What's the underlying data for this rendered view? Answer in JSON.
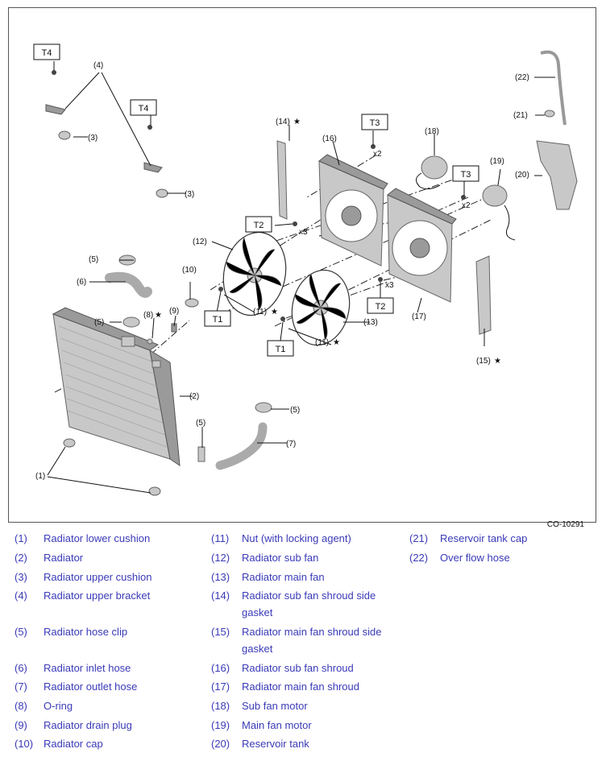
{
  "figure_code": "CO-10291",
  "tightening": {
    "t1": "T1",
    "t2": "T2",
    "t3": "T3",
    "t4": "T4"
  },
  "qty": {
    "x2": "x2",
    "x3": "x3"
  },
  "callouts": {
    "c1": "(1)",
    "c2": "(2)",
    "c3": "(3)",
    "c4": "(4)",
    "c5": "(5)",
    "c6": "(6)",
    "c7": "(7)",
    "c8": "(8)",
    "c9": "(9)",
    "c10": "(10)",
    "c11": "(11)",
    "c12": "(12)",
    "c13": "(13)",
    "c14": "(14)",
    "c15": "(15)",
    "c16": "(16)",
    "c17": "(17)",
    "c18": "(18)",
    "c19": "(19)",
    "c20": "(20)",
    "c21": "(21)",
    "c22": "(22)"
  },
  "star": "★",
  "legend": [
    {
      "num": "(1)",
      "name": "Radiator lower cushion"
    },
    {
      "num": "(2)",
      "name": "Radiator"
    },
    {
      "num": "(3)",
      "name": "Radiator upper cushion"
    },
    {
      "num": "(4)",
      "name": "Radiator upper bracket"
    },
    {
      "num": "(5)",
      "name": "Radiator hose clip"
    },
    {
      "num": "(6)",
      "name": "Radiator inlet hose"
    },
    {
      "num": "(7)",
      "name": "Radiator outlet hose"
    },
    {
      "num": "(8)",
      "name": "O-ring"
    },
    {
      "num": "(9)",
      "name": "Radiator drain plug"
    },
    {
      "num": "(10)",
      "name": "Radiator cap"
    },
    {
      "num": "(11)",
      "name": "Nut (with locking agent)"
    },
    {
      "num": "(12)",
      "name": "Radiator sub fan"
    },
    {
      "num": "(13)",
      "name": "Radiator main fan"
    },
    {
      "num": "(14)",
      "name": "Radiator sub fan shroud side gasket"
    },
    {
      "num": "(15)",
      "name": "Radiator main fan shroud side gasket"
    },
    {
      "num": "(16)",
      "name": "Radiator sub fan shroud"
    },
    {
      "num": "(17)",
      "name": "Radiator main fan shroud"
    },
    {
      "num": "(18)",
      "name": "Sub fan motor"
    },
    {
      "num": "(19)",
      "name": "Main fan motor"
    },
    {
      "num": "(20)",
      "name": "Reservoir tank"
    },
    {
      "num": "(21)",
      "name": "Reservoir tank cap"
    },
    {
      "num": "(22)",
      "name": "Over flow hose"
    }
  ]
}
